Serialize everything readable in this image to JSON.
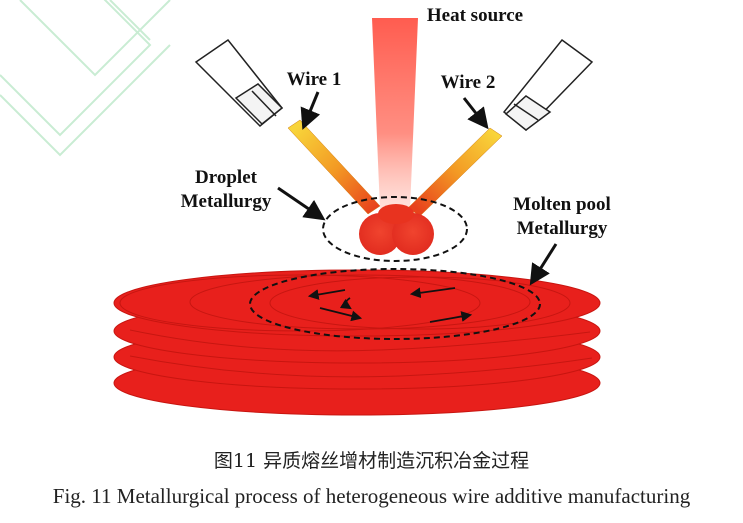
{
  "labels": {
    "heat_source": "Heat source",
    "wire1": "Wire 1",
    "wire2": "Wire 2",
    "droplet_line1": "Droplet",
    "droplet_line2": "Metallurgy",
    "pool_line1": "Molten pool",
    "pool_line2": "Metallurgy"
  },
  "caption": {
    "chinese": "图11  异质熔丝增材制造沉积冶金过程",
    "english": "Fig. 11 Metallurgical process of heterogeneous wire additive manufacturing"
  },
  "colors": {
    "deposit_red": "#e8201c",
    "beam_red": "#f04a3a",
    "wire_hot": "#f06a1a",
    "wire_warm": "#f7c436",
    "watermark_green": "#c9ecd3"
  }
}
